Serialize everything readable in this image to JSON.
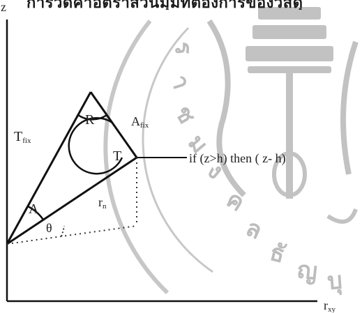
{
  "header": {
    "text": "การวัดค่าอัตราส่วนมุมที่ต้องการของวัสดุ"
  },
  "watermark": {
    "seal_text": "ราชมงคลธัญบุรี",
    "color": "#9a9a9a"
  },
  "diagram": {
    "axis_z": "z",
    "axis_r": "r",
    "axis_r_sub": "xy",
    "label_T_fix": "T",
    "label_T_fix_sub": "fix",
    "label_A_fix": "A",
    "label_A_fix_sub": "fix",
    "angle_R": "R",
    "angle_T": "T",
    "angle_A": "A",
    "angle_theta": "θ",
    "label_r_n": "r",
    "label_r_n_sub": "n",
    "condition": "if (z>h) then ( z- h)",
    "line_color": "#111111"
  }
}
